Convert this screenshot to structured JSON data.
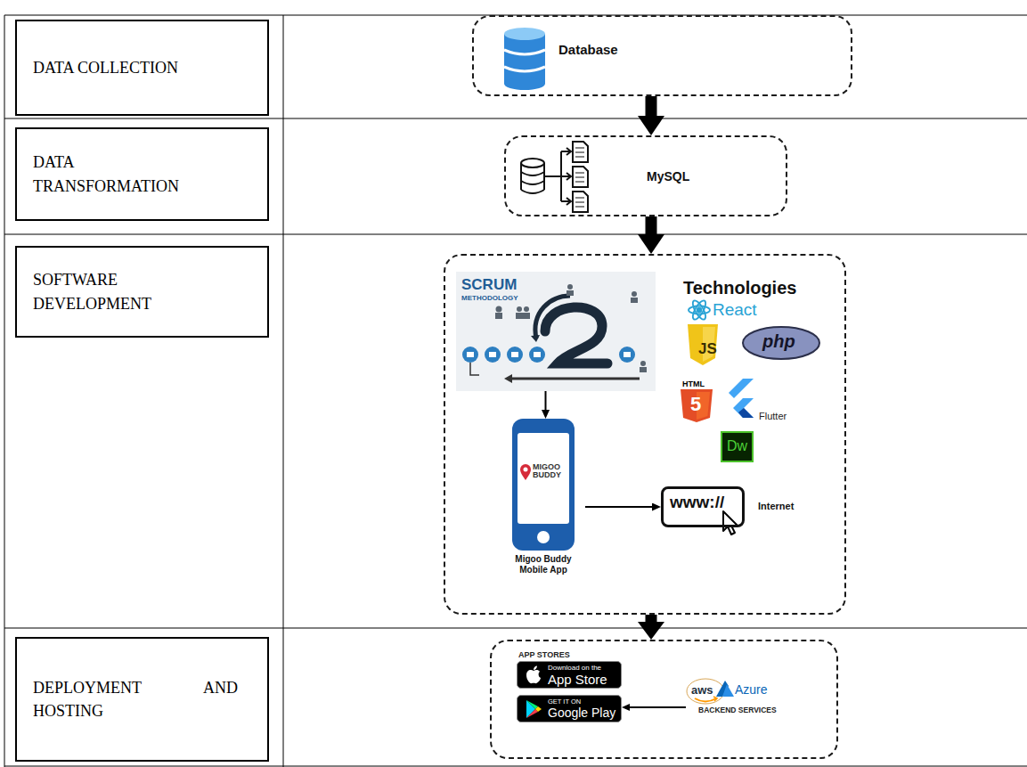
{
  "diagram": {
    "nodes": [
      {
        "text": [
          "DATA COLLECTION"
        ]
      },
      {
        "text": [
          "Database"
        ]
      },
      {
        "text": [
          "DATA TRANSFORMATION"
        ]
      },
      {
        "text": [
          "MySQL"
        ]
      },
      {
        "text": [
          "SOFTWARE DEVELOPMENT"
        ]
      },
      {
        "text": [
          "Technologies"
        ]
      },
      {
        "text": [
          "SCRUM",
          "METHODOLOGY"
        ],
        "in": 5
      },
      {
        "text": [
          "MIGOO BUDDY",
          "Migoo Buddy Mobile App"
        ],
        "in": 5
      },
      {
        "text": [
          "www://",
          "Internet"
        ],
        "in": 5
      },
      {
        "text": [
          "DEPLOYMENT AND HOSTING"
        ]
      },
      {
        "text": [
          "APP STORES"
        ]
      },
      {
        "text": [
          "Download on the",
          "App Store"
        ],
        "in": 10
      },
      {
        "text": [
          "GET IT ON",
          "Google Play"
        ],
        "in": 10
      },
      {
        "text": [
          "aws",
          "Azure",
          "BACKEND SERVICES"
        ],
        "in": 10
      }
    ],
    "edges": [
      {
        "from": 1,
        "to": 3,
        "arrow": "to"
      },
      {
        "from": 3,
        "to": 5,
        "arrow": "to"
      },
      {
        "from": 5,
        "to": 10,
        "arrow": "to"
      },
      {
        "from": 6,
        "to": 7,
        "arrow": "to"
      },
      {
        "from": 7,
        "to": 8,
        "arrow": "to"
      },
      {
        "from": 13,
        "to": 12,
        "arrow": "to"
      }
    ],
    "labels": [
      "React",
      "JS",
      "php",
      "HTML",
      "5",
      "Flutter",
      "Dw"
    ]
  }
}
